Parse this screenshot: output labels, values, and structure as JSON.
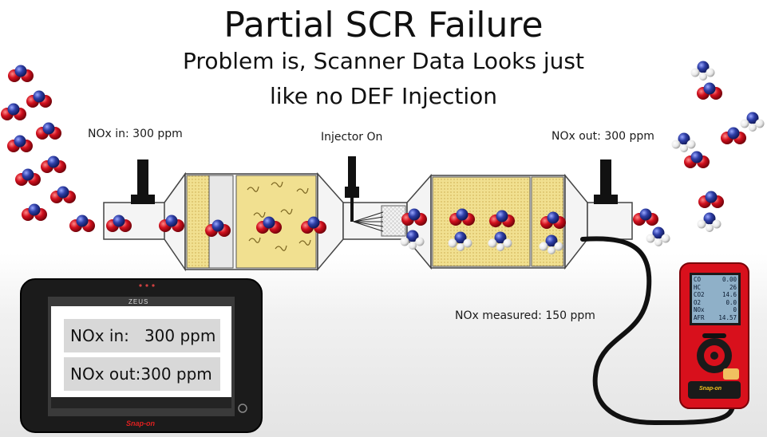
{
  "title": "Partial SCR Failure",
  "subtitle_line1": "Problem is, Scanner Data Looks just",
  "subtitle_line2": "like no DEF Injection",
  "labels": {
    "nox_in": "NOx in: 300 ppm",
    "injector": "Injector On",
    "nox_out": "NOx out: 300 ppm",
    "nox_measured": "NOx measured: 150 ppm"
  },
  "scanner": {
    "brand": "ZEUS",
    "maker": "Snap-on",
    "line1": "NOx in:   300 ppm",
    "line2": "NOx out:300 ppm"
  },
  "analyzer": {
    "maker": "Snap-on",
    "readings": [
      {
        "name": "CO",
        "value": "0.00"
      },
      {
        "name": "HC",
        "value": "26"
      },
      {
        "name": "CO2",
        "value": "14.6"
      },
      {
        "name": "O2",
        "value": "0.0"
      },
      {
        "name": "NOx",
        "value": "0"
      },
      {
        "name": "AFR",
        "value": "14.57"
      }
    ]
  },
  "colors": {
    "nitrogen": "#2f3fa8",
    "oxygen": "#d2101e",
    "hydrogen": "#f2f2f2",
    "catalyst": "#f1e090",
    "pipe": "#f4f4f4",
    "tablet_frame": "#1b1b1b",
    "analyzer_red": "#d8101c"
  }
}
